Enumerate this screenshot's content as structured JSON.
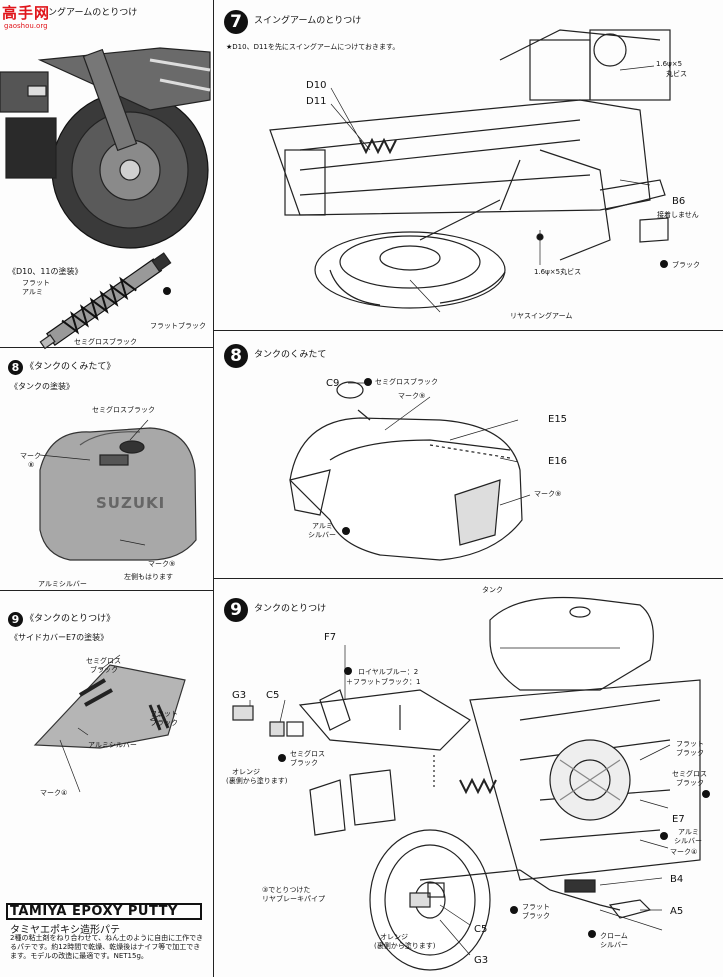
{
  "watermark": {
    "logo": "高手网",
    "url": "gaoshou.org"
  },
  "left": {
    "header_step": "ングアームのとりつけ",
    "d10_11_paint": "《D10、11の塗装》",
    "shock_labels": {
      "flat_alumi_1": "フラット",
      "flat_alumi_2": "アルミ",
      "flat_black": "フラットブラック",
      "semigloss_black": "セミグロスブラック"
    },
    "step8": {
      "num": "8",
      "title": "《タンクのくみたて》",
      "paint": "《タンクの塗装》",
      "semigloss": "セミグロスブラック",
      "mark8_1": "マーク",
      "mark8_2": "⑧",
      "mark9": "マーク⑨",
      "mark9_note": "左側もはります",
      "alumi_silver": "アルミシルバー",
      "tank_logo": "SUZUKI"
    },
    "step9": {
      "num": "9",
      "title": "《タンクのとりつけ》",
      "paint": "《サイドカバーE7の塗装》",
      "semigloss_1": "セミグロス",
      "semigloss_2": "ブラック",
      "flat_black_1": "フラット",
      "flat_black_2": "ブラック",
      "alumi_silver": "アルミシルバー",
      "mark4": "マーク④"
    },
    "putty": {
      "title": "TAMIYA EPOXY PUTTY",
      "subtitle": "タミヤエポキシ造形パテ",
      "body": "2種の粘土剤をねり合わせて、ねん土のように自由に工作できるパテです。約12時間で乾燥、乾燥後はナイフ等で加工できます。モデルの改造に最適です。NET15g。"
    }
  },
  "right": {
    "step7": {
      "num": "7",
      "title": "スイングアームのとりつけ",
      "note": "★D10、D11を先にスイングアームにつけておきます。",
      "d10": "D10",
      "d11": "D11",
      "screw_top": "1.6ψ×5",
      "screw_top2": "丸ビス",
      "b6": "B6",
      "b6_note": "接着しません",
      "screw_bottom": "1.6ψ×5丸ビス",
      "black": "ブラック",
      "rear_swing_arm": "リヤスイングアーム"
    },
    "step8": {
      "num": "8",
      "title": "タンクのくみたて",
      "c9": "C9",
      "semigloss_black": "セミグロスブラック",
      "mark9_a": "マーク⑨",
      "e15": "E15",
      "e16": "E16",
      "mark9_b": "マーク⑨",
      "alumi_1": "アルミ",
      "alumi_2": "シルバー"
    },
    "step9": {
      "num": "9",
      "title": "タンクのとりつけ",
      "tank": "タンク",
      "f7": "F7",
      "royal_blue": "ロイヤルブルー：2",
      "plus_flat_black": "＋フラットブラック：1",
      "g3_top": "G3",
      "c5_top": "C5",
      "semigloss_1": "セミグロス",
      "semigloss_2": "ブラック",
      "orange_1": "オレンジ",
      "orange_2": "(裏側から塗ります)",
      "flat_black_1": "フラット",
      "flat_black_2": "ブラック",
      "semigloss_b1": "セミグロス",
      "semigloss_b2": "ブラック",
      "e7": "E7",
      "e7_alumi_1": "アルミ",
      "e7_alumi_2": "シルバー",
      "mark4": "マーク④",
      "rear_brake_note_1": "③でとりつけた",
      "rear_brake_note_2": "リヤブレーキパイプ",
      "b4": "B4",
      "flat_black_b1": "フラット",
      "flat_black_b2": "ブラック",
      "orange_b1": "オレンジ",
      "orange_b2": "(裏側から塗ります)",
      "chrome_1": "クローム",
      "chrome_2": "シルバー",
      "a5": "A5",
      "c5_bottom": "C5",
      "g3_bottom": "G3"
    }
  }
}
